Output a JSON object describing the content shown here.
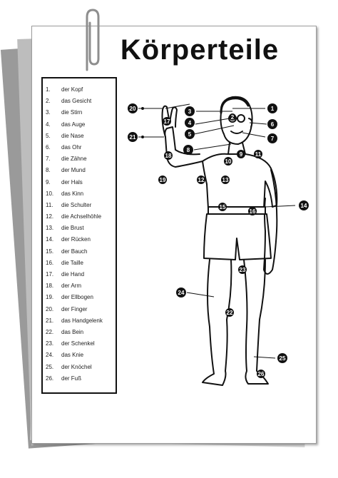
{
  "title": "Körperteile",
  "items": [
    {
      "num": "1.",
      "text": "der Kopf"
    },
    {
      "num": "2.",
      "text": "das Gesicht"
    },
    {
      "num": "3.",
      "text": "die Stirn"
    },
    {
      "num": "4.",
      "text": "das Auge"
    },
    {
      "num": "5.",
      "text": "die Nase"
    },
    {
      "num": "6.",
      "text": "das Ohr"
    },
    {
      "num": "7.",
      "text": "die Zähne"
    },
    {
      "num": "8.",
      "text": "der Mund"
    },
    {
      "num": "9.",
      "text": "der Hals"
    },
    {
      "num": "10.",
      "text": "das Kinn"
    },
    {
      "num": "11.",
      "text": "die Schulter"
    },
    {
      "num": "12.",
      "text": "die Achselhöhle"
    },
    {
      "num": "13.",
      "text": "die Brust"
    },
    {
      "num": "14.",
      "text": "der Rücken"
    },
    {
      "num": "15.",
      "text": "der Bauch"
    },
    {
      "num": "16.",
      "text": "die Taille"
    },
    {
      "num": "17.",
      "text": "die Hand"
    },
    {
      "num": "18.",
      "text": "der Arm"
    },
    {
      "num": "19.",
      "text": "der Ellbogen"
    },
    {
      "num": "20.",
      "text": "der Finger"
    },
    {
      "num": "21.",
      "text": "das Handgelenk"
    },
    {
      "num": "22.",
      "text": "das Bein"
    },
    {
      "num": "23.",
      "text": "der Schenkel"
    },
    {
      "num": "24.",
      "text": "das Knie"
    },
    {
      "num": "25.",
      "text": "der Knöchel"
    },
    {
      "num": "26.",
      "text": "der Fuß"
    }
  ],
  "markers": {
    "m1": "1",
    "m2": "2",
    "m3": "3",
    "m4": "4",
    "m5": "5",
    "m6": "6",
    "m7": "7",
    "m8": "8",
    "m9": "9",
    "m10": "10",
    "m11": "11",
    "m12": "12",
    "m13": "13",
    "m14": "14",
    "m15": "15",
    "m16": "16",
    "m17": "17",
    "m18": "18",
    "m19": "19",
    "m20": "20",
    "m21": "21",
    "m22": "22",
    "m23": "23",
    "m24": "24",
    "m25": "25",
    "m26": "26"
  },
  "icons": {
    "clip": "paperclip-icon"
  }
}
